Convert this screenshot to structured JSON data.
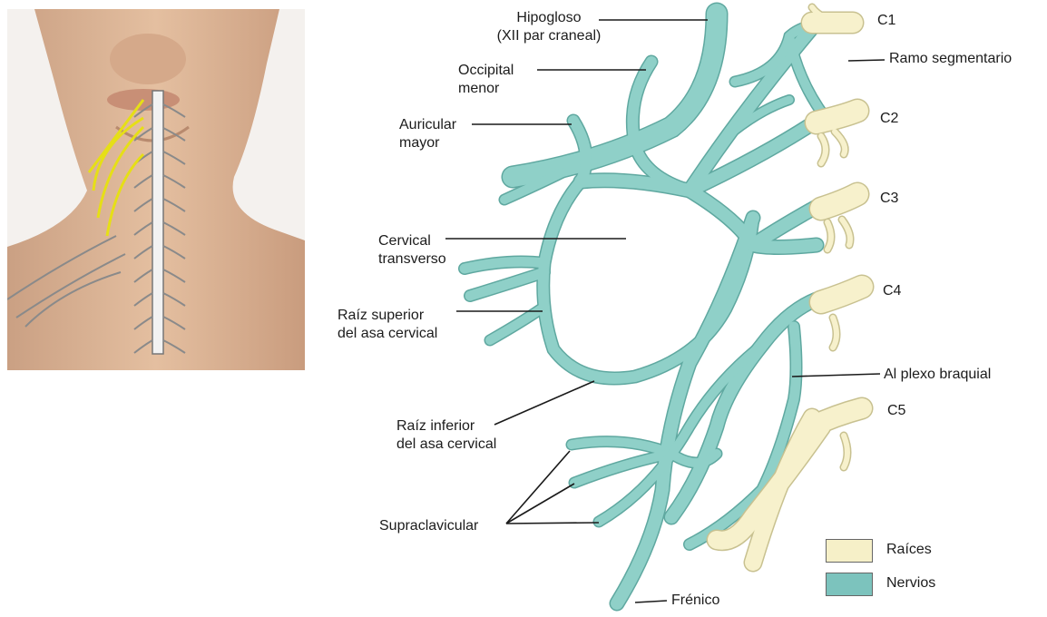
{
  "labels": {
    "hipogloso_l1": "Hipogloso",
    "hipogloso_l2": "(XII par craneal)",
    "occipital_l1": "Occipital",
    "occipital_l2": "menor",
    "auricular_l1": "Auricular",
    "auricular_l2": "mayor",
    "cervical_l1": "Cervical",
    "cervical_l2": "transverso",
    "raiz_sup_l1": "Raíz superior",
    "raiz_sup_l2": "del asa cervical",
    "raiz_inf_l1": "Raíz inferior",
    "raiz_inf_l2": "del asa cervical",
    "supraclavicular": "Supraclavicular",
    "frenico": "Frénico",
    "ramo_segmentario": "Ramo segmentario",
    "al_plexo_braquial": "Al plexo braquial"
  },
  "roots": [
    "C1",
    "C2",
    "C3",
    "C4",
    "C5"
  ],
  "legend": [
    {
      "label": "Raíces",
      "color": "#f6f0c8"
    },
    {
      "label": "Nervios",
      "color": "#7cc3bd"
    }
  ],
  "colors": {
    "nerve": "#8fd0c8",
    "nerve_edge": "#5fa8a0",
    "root": "#f7f1cc",
    "skin": "#e3b99a",
    "inset_nerve_yellow": "#e8e21a"
  }
}
